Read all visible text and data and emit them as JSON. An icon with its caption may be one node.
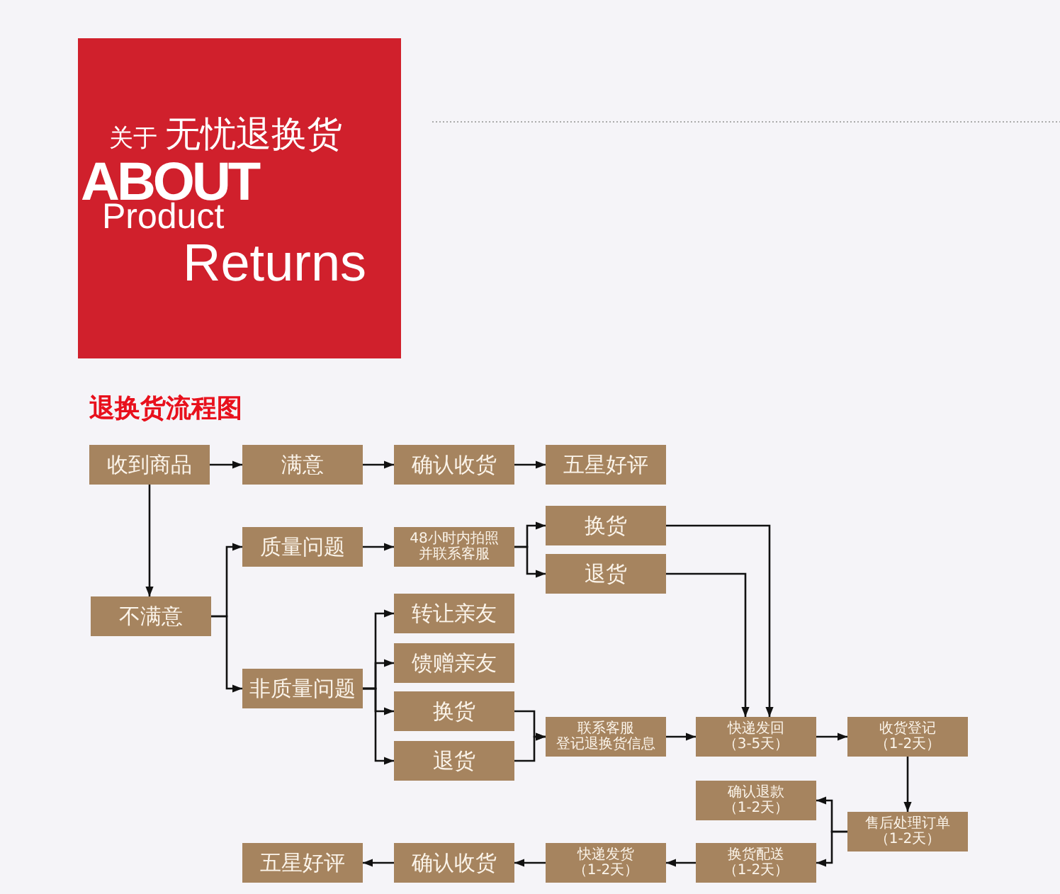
{
  "diagram": {
    "title": "退换货流程图",
    "nodes": [
      {
        "text": [
          "收到商品"
        ]
      },
      {
        "text": [
          "满意"
        ]
      },
      {
        "text": [
          "确认收货"
        ]
      },
      {
        "text": [
          "五星好评"
        ]
      },
      {
        "text": [
          "不满意"
        ]
      },
      {
        "text": [
          "质量问题"
        ]
      },
      {
        "text": [
          "48小时内拍照",
          "并联系客服"
        ]
      },
      {
        "text": [
          "换货"
        ]
      },
      {
        "text": [
          "退货"
        ]
      },
      {
        "text": [
          "转让亲友"
        ]
      },
      {
        "text": [
          "馈赠亲友"
        ]
      },
      {
        "text": [
          "非质量问题"
        ]
      },
      {
        "text": [
          "换货"
        ]
      },
      {
        "text": [
          "退货"
        ]
      },
      {
        "text": [
          "联系客服",
          "登记退换货信息"
        ]
      },
      {
        "text": [
          "快递发回",
          "（3-5天）"
        ]
      },
      {
        "text": [
          "收货登记",
          "（1-2天）"
        ]
      },
      {
        "text": [
          "确认退款",
          "（1-2天）"
        ]
      },
      {
        "text": [
          "售后处理订单",
          "（1-2天）"
        ]
      },
      {
        "text": [
          "换货配送",
          "（1-2天）"
        ]
      },
      {
        "text": [
          "快递发货",
          "（1-2天）"
        ]
      },
      {
        "text": [
          "确认收货"
        ]
      },
      {
        "text": [
          "五星好评"
        ]
      }
    ],
    "edges": [
      {
        "from": 0,
        "to": 1,
        "arrow": "to"
      },
      {
        "from": 1,
        "to": 2,
        "arrow": "to"
      },
      {
        "from": 2,
        "to": 3,
        "arrow": "to"
      },
      {
        "from": 0,
        "to": 4,
        "arrow": "to"
      },
      {
        "from": 4,
        "to": 5,
        "arrow": "to"
      },
      {
        "from": 4,
        "to": 11,
        "arrow": "to"
      },
      {
        "from": 5,
        "to": 6,
        "arrow": "to"
      },
      {
        "from": 6,
        "to": 7,
        "arrow": "to"
      },
      {
        "from": 6,
        "to": 8,
        "arrow": "to"
      },
      {
        "from": 7,
        "to": 15,
        "arrow": "to"
      },
      {
        "from": 8,
        "to": 15,
        "arrow": "to"
      },
      {
        "from": 11,
        "to": 9,
        "arrow": "to"
      },
      {
        "from": 11,
        "to": 10,
        "arrow": "to"
      },
      {
        "from": 11,
        "to": 12,
        "arrow": "to"
      },
      {
        "from": 11,
        "to": 13,
        "arrow": "to"
      },
      {
        "from": 12,
        "to": 14,
        "arrow": "to"
      },
      {
        "from": 13,
        "to": 14,
        "arrow": "to"
      },
      {
        "from": 14,
        "to": 15,
        "arrow": "to"
      },
      {
        "from": 15,
        "to": 16,
        "arrow": "to"
      },
      {
        "from": 16,
        "to": 18,
        "arrow": "to"
      },
      {
        "from": 18,
        "to": 17,
        "arrow": "to"
      },
      {
        "from": 18,
        "to": 19,
        "arrow": "to"
      },
      {
        "from": 19,
        "to": 20,
        "arrow": "to"
      },
      {
        "from": 20,
        "to": 21,
        "arrow": "to"
      },
      {
        "from": 21,
        "to": 22,
        "arrow": "to"
      }
    ],
    "labels": [
      "关于 **无忧退换货**",
      "ABOUT",
      "Product",
      "Returns"
    ]
  }
}
